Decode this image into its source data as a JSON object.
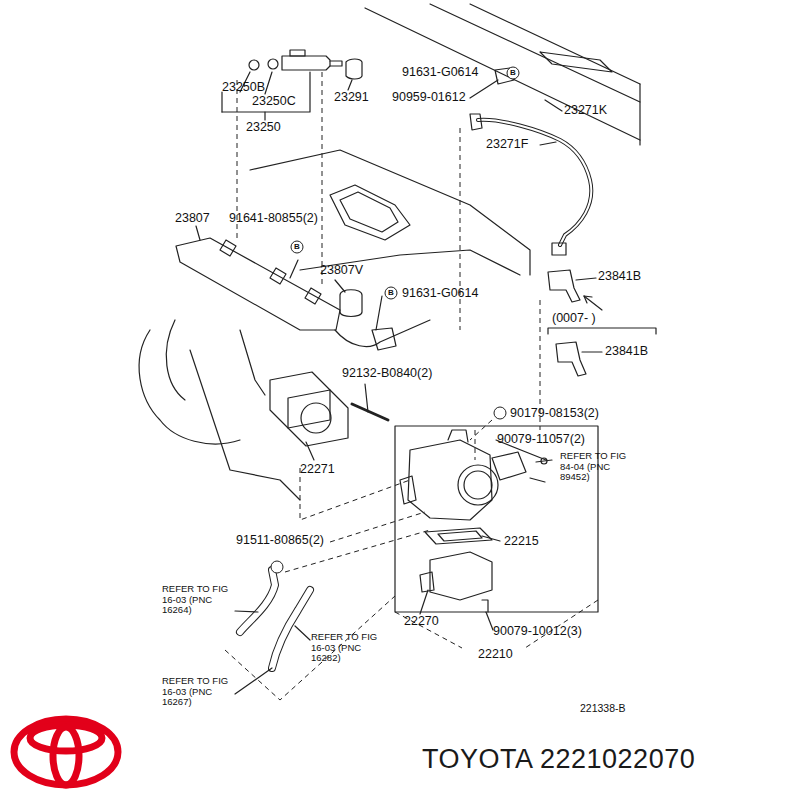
{
  "diagram": {
    "labels": [
      "23250B",
      "23250C",
      "23250",
      "23291",
      "91631-G0614",
      "B",
      "90959-01612",
      "23271K",
      "23271F",
      "23807",
      "91641-80855(2)",
      "B",
      "23807V",
      "B",
      "91631-G0614",
      "23841B",
      "(0007-     )",
      "23841B",
      "92132-B0840(2)",
      "90179-08153(2)",
      "90079-11057(2)",
      "REFER TO FIG 84-04 (PNC 89452)",
      "22271",
      "22215",
      "91511-80865(2)",
      "REFER TO FIG 16-03 (PNC 16264)",
      "REFER TO FIG 16-03 (PNC 16282)",
      "REFER TO FIG 16-03 (PNC 16267)",
      "22270",
      "90079-10012(3)",
      "22210",
      "221338-B",
      "TOYOTA 2221022070"
    ]
  }
}
